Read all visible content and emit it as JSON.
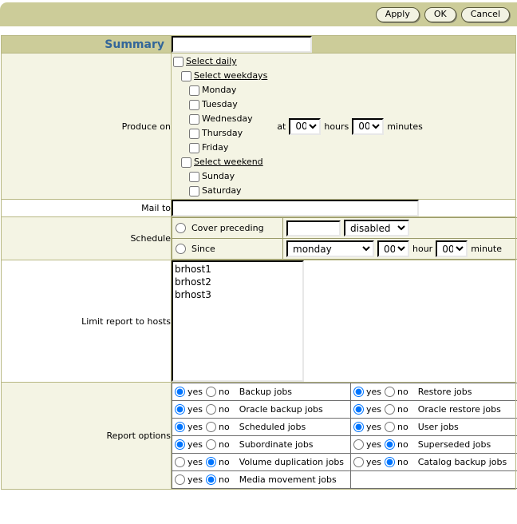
{
  "toolbar": {
    "buttons": [
      {
        "label": "Apply",
        "name": "apply-button"
      },
      {
        "label": "OK",
        "name": "ok-button"
      },
      {
        "label": "Cancel",
        "name": "cancel-button"
      }
    ]
  },
  "form": {
    "summary": {
      "label": "Summary",
      "value": "",
      "placeholder": ""
    },
    "produce_on": {
      "label": "Produce on",
      "options": [
        {
          "label": "Select daily",
          "checked": false,
          "link": true,
          "indent": 0
        },
        {
          "label": "Select weekdays",
          "checked": false,
          "link": true,
          "indent": 1
        },
        {
          "label": "Monday",
          "checked": false,
          "link": false,
          "indent": 2
        },
        {
          "label": "Tuesday",
          "checked": false,
          "link": false,
          "indent": 2
        },
        {
          "label": "Wednesday",
          "checked": false,
          "link": false,
          "indent": 2
        },
        {
          "label": "Thursday",
          "checked": false,
          "link": false,
          "indent": 2
        },
        {
          "label": "Friday",
          "checked": false,
          "link": false,
          "indent": 2
        },
        {
          "label": "Select weekend",
          "checked": false,
          "link": true,
          "indent": 1
        },
        {
          "label": "Sunday",
          "checked": false,
          "link": false,
          "indent": 2
        },
        {
          "label": "Saturday",
          "checked": false,
          "link": false,
          "indent": 2
        }
      ],
      "time": {
        "at_label": "at",
        "hours_value": "00",
        "hours_label": "hours",
        "minutes_value": "00",
        "minutes_label": "minutes"
      }
    },
    "mail_to": {
      "label": "Mail to",
      "value": "",
      "placeholder": ""
    },
    "schedule": {
      "label": "Schedule",
      "cover_preceding": {
        "label": "Cover preceding",
        "selected": false,
        "amount_value": "",
        "unit_value": "disabled",
        "unit_options": [
          "disabled"
        ]
      },
      "since": {
        "label": "Since",
        "selected": false,
        "day_value": "monday",
        "day_options": [
          "monday"
        ],
        "hour_value": "00",
        "hour_label": "hour",
        "minute_value": "00",
        "minute_label": "minute"
      }
    },
    "limit_hosts": {
      "label": "Limit report to hosts",
      "hosts": [
        "brhost1",
        "brhost2",
        "brhost3"
      ]
    },
    "report_options": {
      "label": "Report options",
      "yes_label": "yes",
      "no_label": "no",
      "rows": [
        {
          "left": {
            "name": "Backup jobs",
            "value": "yes"
          },
          "right": {
            "name": "Restore jobs",
            "value": "yes"
          }
        },
        {
          "left": {
            "name": "Oracle backup jobs",
            "value": "yes"
          },
          "right": {
            "name": "Oracle restore jobs",
            "value": "yes"
          }
        },
        {
          "left": {
            "name": "Scheduled jobs",
            "value": "yes"
          },
          "right": {
            "name": "User jobs",
            "value": "yes"
          }
        },
        {
          "left": {
            "name": "Subordinate jobs",
            "value": "yes"
          },
          "right": {
            "name": "Superseded jobs",
            "value": "no"
          }
        },
        {
          "left": {
            "name": "Volume duplication jobs",
            "value": "no"
          },
          "right": {
            "name": "Catalog backup jobs",
            "value": "no"
          }
        },
        {
          "left": {
            "name": "Media movement jobs",
            "value": "no"
          },
          "right": null
        }
      ]
    }
  },
  "colors": {
    "header_band": "#cccc99",
    "shade_row": "#f4f4e4",
    "label_accent": "#336699",
    "border": "#b8b884"
  }
}
